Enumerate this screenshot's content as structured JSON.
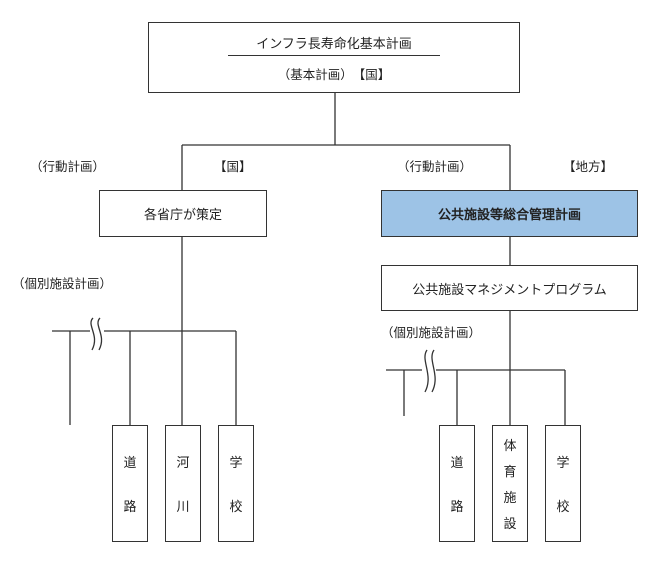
{
  "top": {
    "title": "インフラ長寿命化基本計画",
    "subtitle": "（基本計画）　【国】"
  },
  "labels": {
    "left_action": "（行動計画）",
    "left_country": "【国】",
    "right_action": "（行動計画）",
    "right_local": "【地方】",
    "left_individual": "（個別施設計画）",
    "right_individual": "（個別施設計画）"
  },
  "left_box": "各省庁が策定",
  "right_box": "公共施設等総合管理計画",
  "program_box": "公共施設マネジメントプログラム",
  "left_facilities": [
    {
      "chars": [
        "道",
        "路"
      ]
    },
    {
      "chars": [
        "河",
        "川"
      ]
    },
    {
      "chars": [
        "学",
        "校"
      ]
    }
  ],
  "right_facilities": [
    {
      "chars": [
        "道",
        "路"
      ]
    },
    {
      "chars": [
        "体",
        "育",
        "施",
        "設"
      ]
    },
    {
      "chars": [
        "学",
        "校"
      ]
    }
  ],
  "colors": {
    "highlight": "#9dc3e6",
    "line": "#333333"
  }
}
